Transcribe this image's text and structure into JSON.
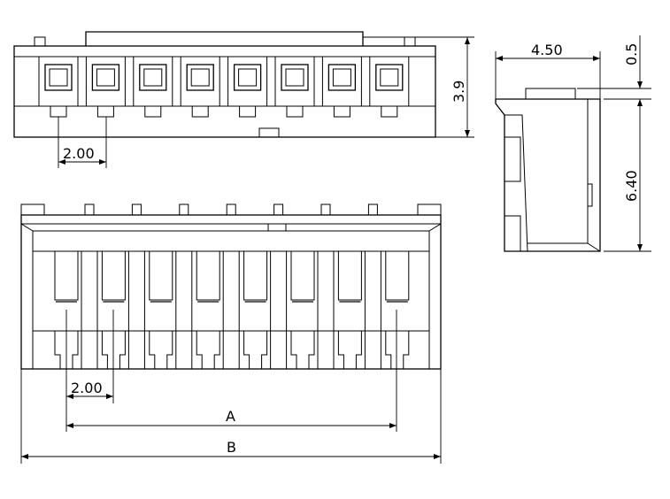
{
  "dimensions": {
    "front_pitch": "2.00",
    "front_height": "3.9",
    "side_width": "4.50",
    "side_top": "0.5",
    "side_height": "6.40",
    "bottom_pitch": "2.00",
    "span_a": "A",
    "span_b": "B"
  },
  "pin_count": 8,
  "colors": {
    "line": "#000000",
    "background": "#ffffff"
  }
}
